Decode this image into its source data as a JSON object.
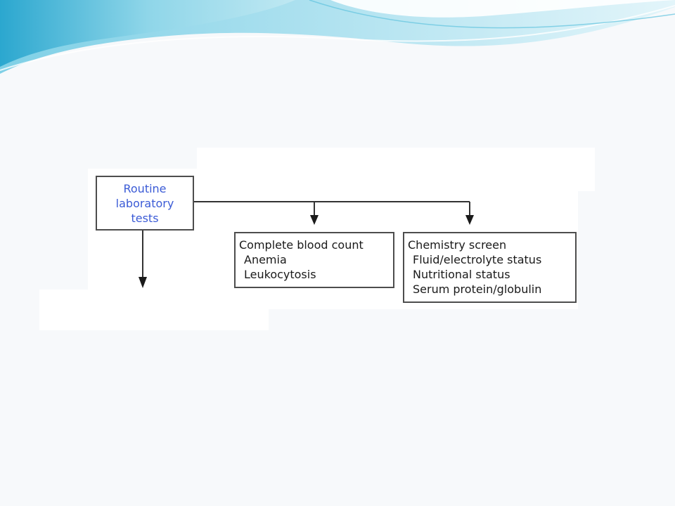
{
  "diagram": {
    "root": {
      "lines": [
        "Routine",
        "laboratory",
        "tests"
      ]
    },
    "complete_blood_count": {
      "title": "Complete blood count",
      "items": [
        "Anemia",
        "Leukocytosis"
      ]
    },
    "chemistry_screen": {
      "title": "Chemistry screen",
      "items": [
        "Fluid/electrolyte status",
        "Nutritional status",
        "Serum protein/globulin"
      ]
    }
  },
  "colors": {
    "root_text": "#3b5bd6",
    "body_text": "#1a1a1a",
    "box_border": "#4d4d4d",
    "wave_light": "#bfe8f2",
    "wave_mid": "#7fd0e6",
    "wave_dark": "#2ba7cf"
  }
}
